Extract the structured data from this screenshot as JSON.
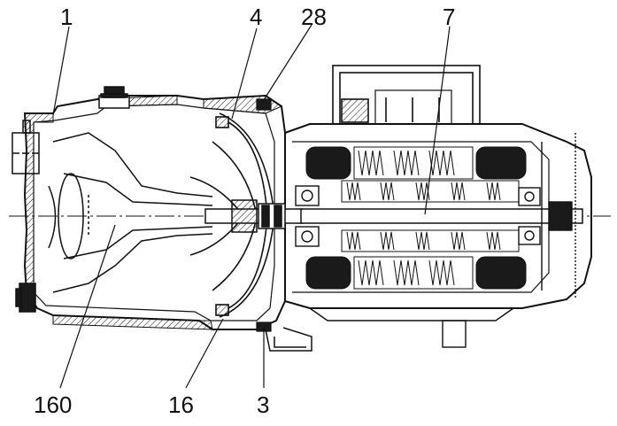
{
  "callouts": {
    "c1": "1",
    "c4": "4",
    "c28": "28",
    "c7": "7",
    "c160": "160",
    "c16": "16",
    "c3": "3"
  },
  "colors": {
    "ink": "#111111",
    "paper": "#ffffff",
    "fill": "#1a1a1a"
  }
}
